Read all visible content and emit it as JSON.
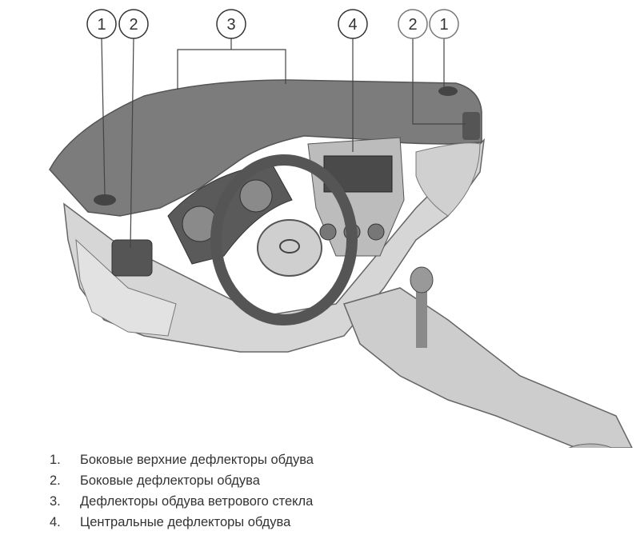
{
  "callouts": [
    {
      "id": "left-1",
      "label": "1"
    },
    {
      "id": "left-2",
      "label": "2"
    },
    {
      "id": "center-3",
      "label": "3"
    },
    {
      "id": "center-4",
      "label": "4"
    },
    {
      "id": "right-2",
      "label": "2"
    },
    {
      "id": "right-1",
      "label": "1"
    }
  ],
  "legend": [
    {
      "number": "1.",
      "text": "Боковые верхние дефлекторы обдува"
    },
    {
      "number": "2.",
      "text": "Боковые дефлекторы обдува"
    },
    {
      "number": "3.",
      "text": "Дефлекторы обдува ветрового стекла"
    },
    {
      "number": "4.",
      "text": "Центральные дефлекторы обдува"
    }
  ],
  "colors": {
    "dash_top": "#7c7c7c",
    "dash_body": "#d4d4d4",
    "line": "#444444"
  }
}
